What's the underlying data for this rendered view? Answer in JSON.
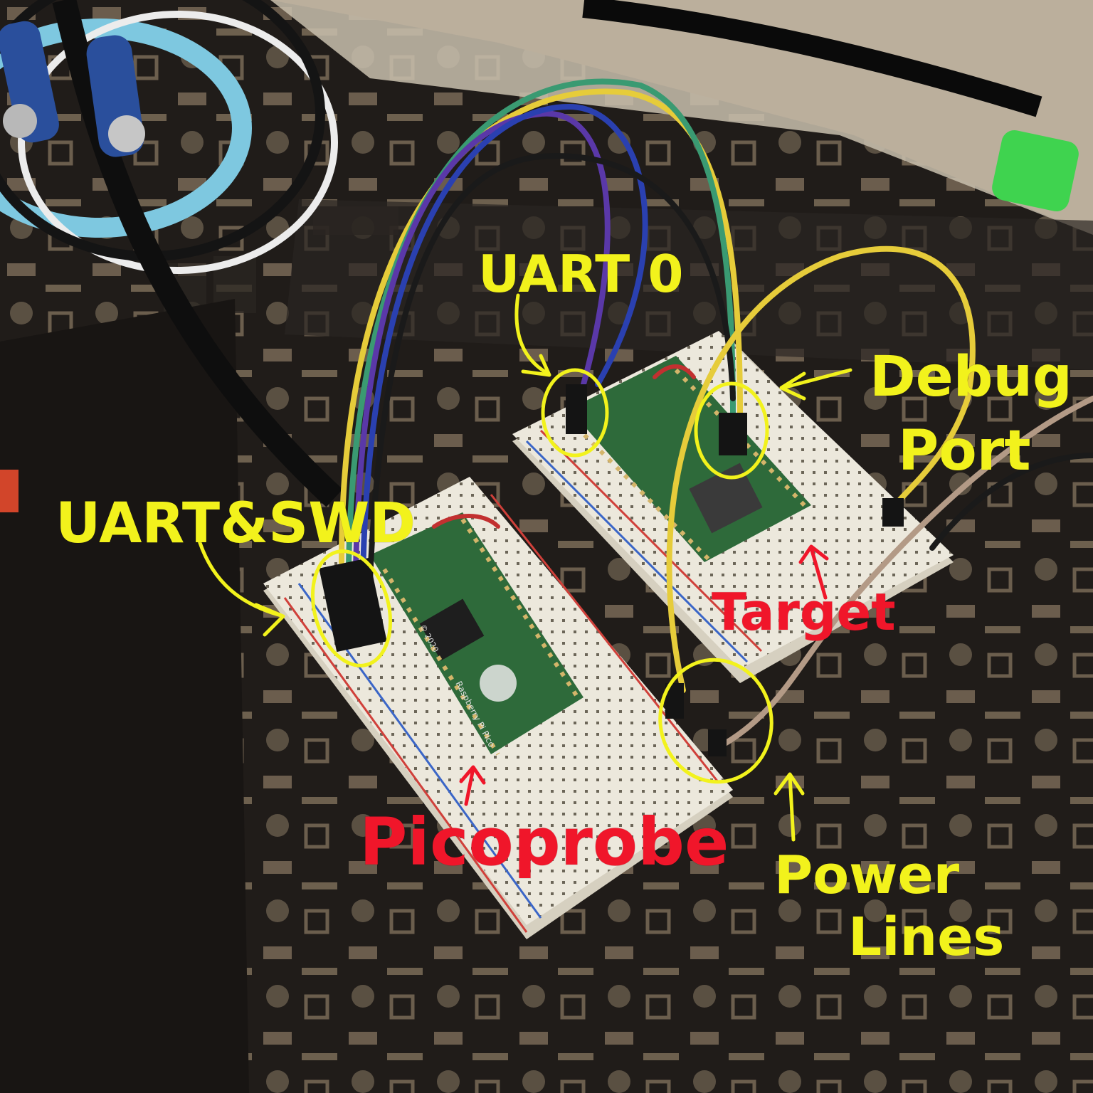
{
  "annotations": {
    "uart_swd": "UART&SWD",
    "uart0": "UART 0",
    "debug_line1": "Debug",
    "debug_line2": "Port",
    "target": "Target",
    "picoprobe": "Picoprobe",
    "power_line1": "Power",
    "power_line2": "Lines"
  },
  "board_print": {
    "probe_label": "Raspberry Pi Pico",
    "year": "© 2020"
  },
  "colors": {
    "annotation_yellow": "#f2f21c",
    "annotation_red": "#f0162a",
    "pcb_green": "#2e6a3a",
    "breadboard": "#ece8dc",
    "wire_yellow": "#e6cc3a",
    "wire_green": "#3a9a72",
    "wire_purple": "#5a38a8",
    "wire_blue": "#2a40b0",
    "wire_black": "#1a1a1a",
    "wire_tan": "#b39a86"
  }
}
